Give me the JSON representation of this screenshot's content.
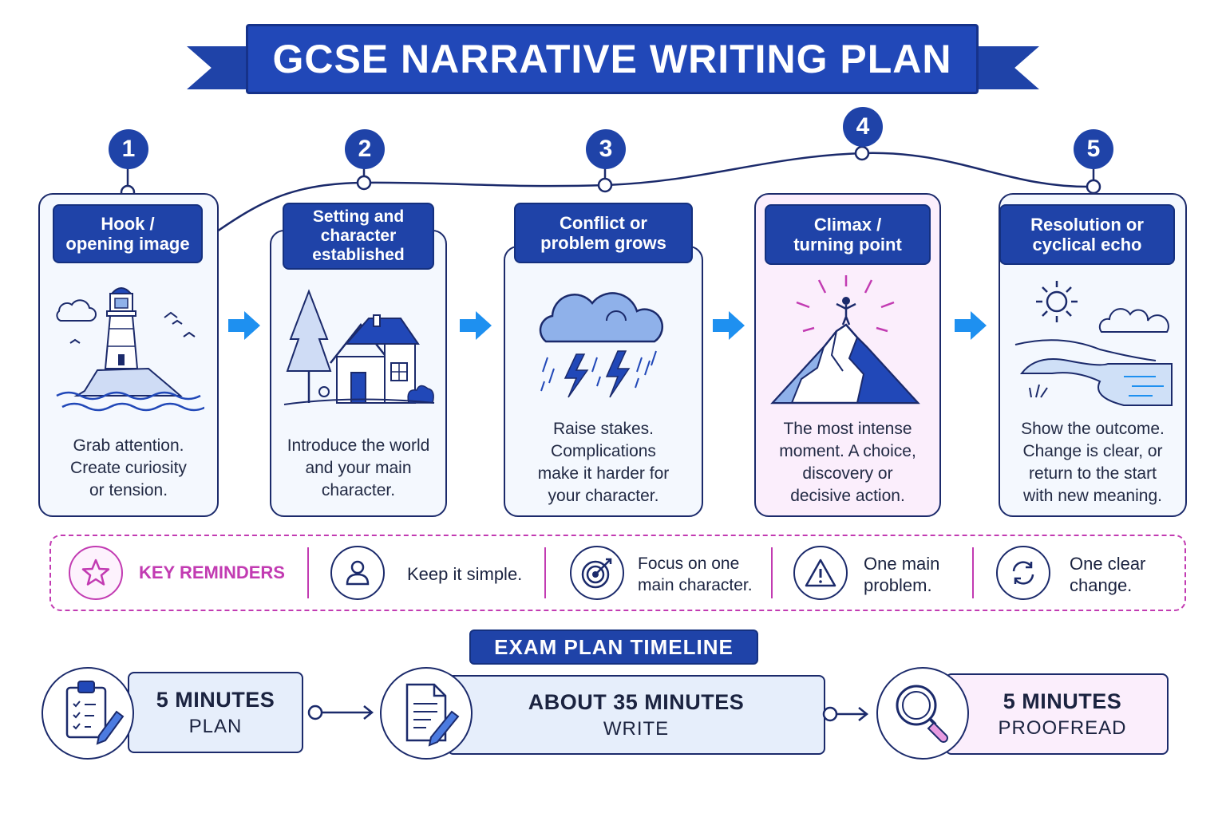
{
  "title": "GCSE NARRATIVE WRITING PLAN",
  "stages": [
    {
      "number": "1",
      "label": "Hook /\nopening image",
      "description": "Grab attention.\nCreate curiosity\nor tension.",
      "icon": "lighthouse-icon"
    },
    {
      "number": "2",
      "label": "Setting and\ncharacter\nestablished",
      "description": "Introduce the world\nand your main\ncharacter.",
      "icon": "house-icon"
    },
    {
      "number": "3",
      "label": "Conflict or\nproblem grows",
      "description": "Raise stakes.\nComplications\nmake it harder for\nyour character.",
      "icon": "storm-cloud-icon"
    },
    {
      "number": "4",
      "label": "Climax /\nturning point",
      "description": "The most intense\nmoment. A choice,\ndiscovery or\ndecisive action.",
      "icon": "mountain-peak-icon"
    },
    {
      "number": "5",
      "label": "Resolution or\ncyclical echo",
      "description": "Show the outcome.\nChange is clear, or\nreturn to the start\nwith new meaning.",
      "icon": "sunny-landscape-icon"
    }
  ],
  "reminders": {
    "title": "KEY REMINDERS",
    "items": [
      {
        "text": "Keep it simple.",
        "icon": "person-icon"
      },
      {
        "text": "Focus on one\nmain character.",
        "icon": "target-icon"
      },
      {
        "text": "One main\nproblem.",
        "icon": "warning-icon"
      },
      {
        "text": "One clear\nchange.",
        "icon": "cycle-icon"
      }
    ]
  },
  "timeline": {
    "title": "EXAM PLAN TIMELINE",
    "steps": [
      {
        "time": "5 MINUTES",
        "task": "PLAN",
        "icon": "clipboard-checklist-icon"
      },
      {
        "time": "ABOUT 35 MINUTES",
        "task": "WRITE",
        "icon": "document-pencil-icon"
      },
      {
        "time": "5 MINUTES",
        "task": "PROOFREAD",
        "icon": "magnifying-glass-icon"
      }
    ]
  },
  "colors": {
    "navy": "#1f43a8",
    "pink": "#c23bb2",
    "light_blue": "#e6eefb",
    "light_pink": "#fbeefc",
    "arrow_blue": "#1e90f0"
  }
}
